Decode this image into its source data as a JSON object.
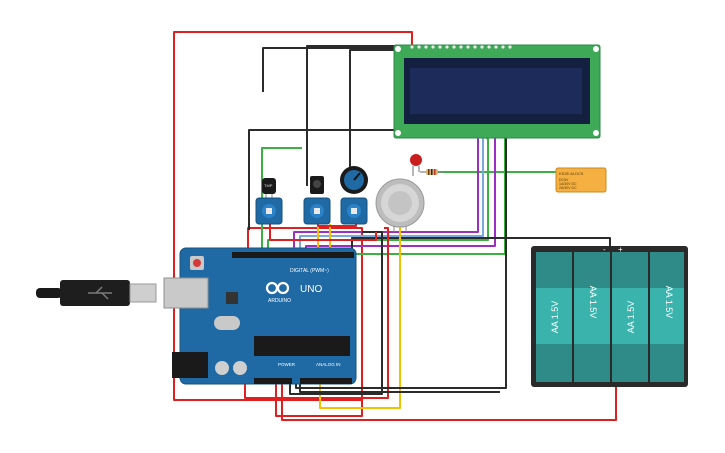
{
  "arduino": {
    "logo": "UNO",
    "brand": "ARDUINO",
    "digital_label": "DIGITAL (PWM~)",
    "power_label": "POWER",
    "analog_label": "ANALOG IN"
  },
  "sensor_tmp": {
    "label": "TMP"
  },
  "battery": {
    "cells": [
      "AA 1.5V",
      "AA 1.5V",
      "AA 1.5V",
      "AA 1.5V"
    ],
    "plus": "+",
    "minus": "-"
  },
  "relay": {
    "label": "KS2E-M-DC5",
    "line1": "DC5V",
    "line2": "1A/30V DC",
    "line3": "2A/30V DC"
  },
  "colors": {
    "red": "#e02020",
    "black": "#2b2b2b",
    "green": "#3cb043",
    "yellow": "#f2c200",
    "purple": "#9b30c0",
    "blue": "#7aa7e0",
    "board": "#1f6aa5",
    "lcd_pcb": "#3ea957",
    "lcd_screen": "#1c2b5a"
  }
}
